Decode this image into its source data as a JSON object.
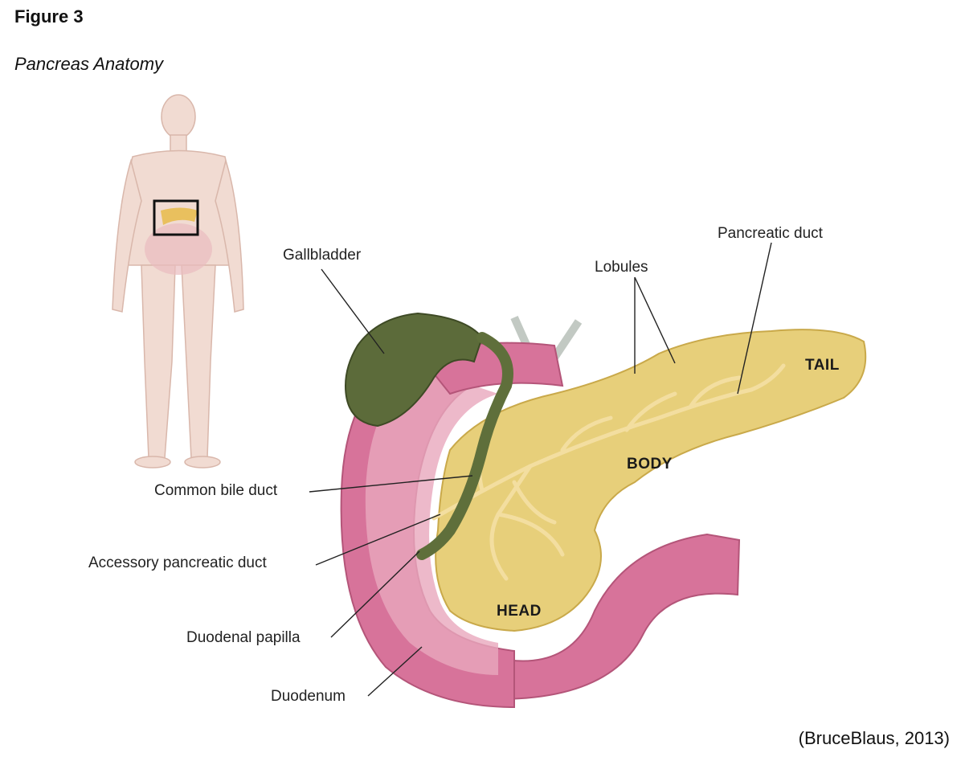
{
  "figure": {
    "label": "Figure 3",
    "title": "Pancreas Anatomy",
    "credit": "(BruceBlaus, 2013)"
  },
  "callouts": {
    "gallbladder": "Gallbladder",
    "lobules": "Lobules",
    "pancreatic_duct": "Pancreatic duct",
    "common_bile_duct": "Common bile duct",
    "accessory_pancreatic_duct": "Accessory pancreatic duct",
    "duodenal_papilla": "Duodenal papilla",
    "duodenum": "Duodenum"
  },
  "regions": {
    "tail": "TAIL",
    "body": "BODY",
    "head": "HEAD"
  },
  "colors": {
    "pancreas": "#e7cf7a",
    "pancreas_edge": "#c9a94a",
    "duct": "#f1d79a",
    "duodenum": "#d7739a",
    "duodenum_inner": "#e9a7bd",
    "gallbladder": "#5c6b3a",
    "bile_duct": "#5f6f3b",
    "body_figure": "#f0d6cc"
  }
}
